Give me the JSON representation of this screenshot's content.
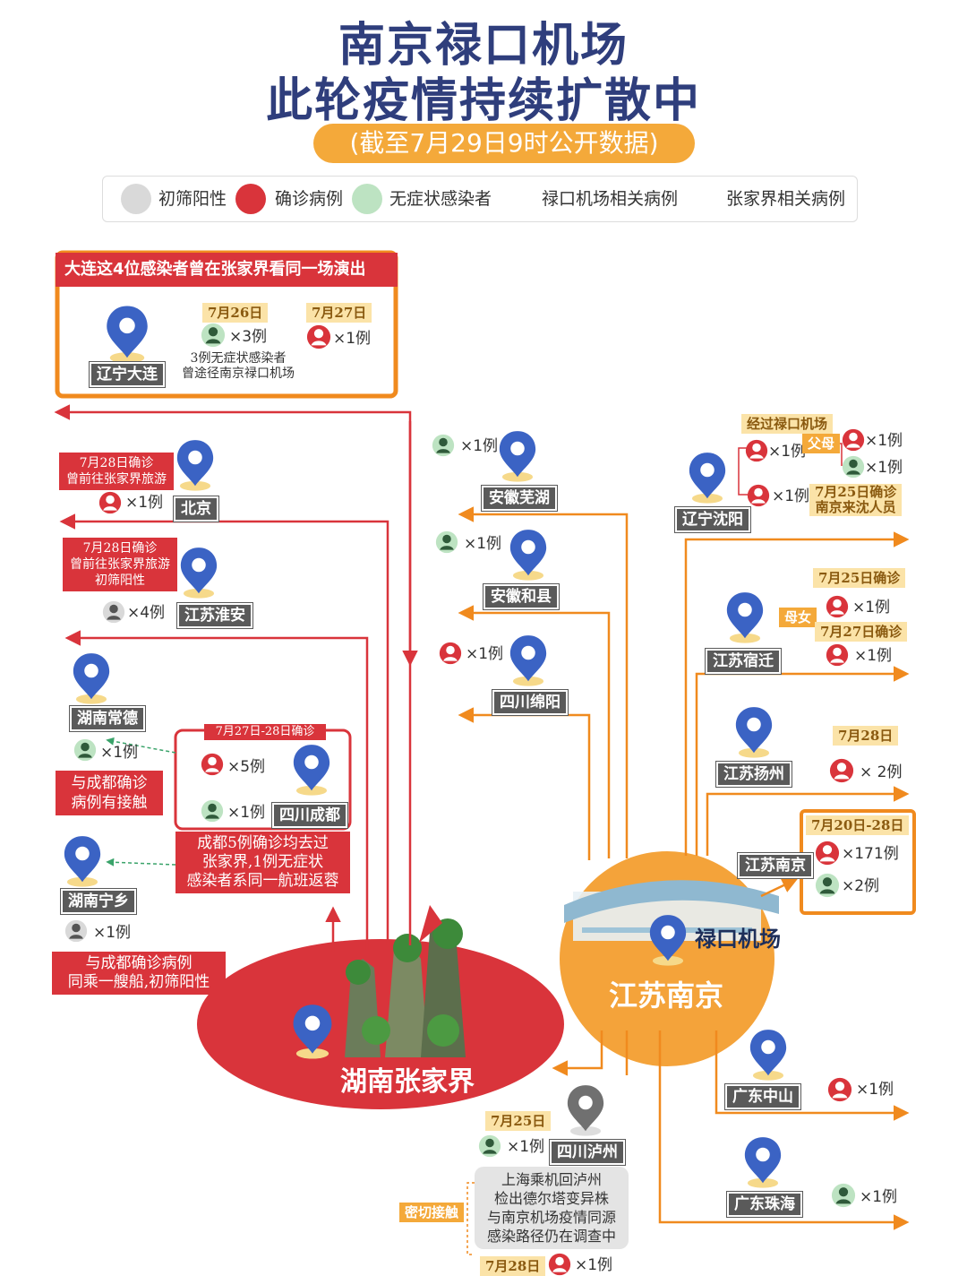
{
  "header": {
    "title_line1": "南京禄口机场",
    "title_line2": "此轮疫情持续扩散中",
    "subtitle": "(截至7月29日9时公开数据)"
  },
  "legend": [
    {
      "label": "初筛阳性",
      "color": "#d9d9d9"
    },
    {
      "label": "确诊病例",
      "color": "#d9343b"
    },
    {
      "label": "无症状感染者",
      "color": "#bde3c2"
    },
    {
      "label": "禄口机场相关病例",
      "color": "#f08a1e"
    },
    {
      "label": "张家界相关病例",
      "color": "#d9343b"
    }
  ],
  "colors": {
    "accent_orange": "#f08a1e",
    "accent_red": "#d9343b",
    "title_blue": "#2f3e7c",
    "pin_blue": "#3b63c4"
  },
  "dalian_box": {
    "header": "大连这4位感染者曾在张家界看同一场演出",
    "location": "辽宁大连",
    "date1": "7月26日",
    "count1": "×3例",
    "date2": "7月27日",
    "count2": "×1例",
    "note": "3例无症状感染者\n曾途径南京禄口机场"
  },
  "zhangjiajie_branch": {
    "beijing": {
      "note": "7月28日确诊\n曾前往张家界旅游",
      "count": "×1例",
      "location": "北京"
    },
    "huaian": {
      "note": "7月28日确诊\n曾前往张家界旅游\n初筛阳性",
      "count": "×4例",
      "location": "江苏淮安"
    },
    "changde": {
      "location": "湖南常德",
      "count": "×1例",
      "note": "与成都确诊\n病例有接触"
    },
    "chengdu": {
      "date": "7月27日-28日确诊",
      "count1": "×5例",
      "count2": "×1例",
      "location": "四川成都",
      "note": "成都5例确诊均去过\n张家界,1例无症状\n感染者系同一航班返蓉"
    },
    "ningxiang": {
      "location": "湖南宁乡",
      "count": "×1例",
      "note": "与成都确诊病例\n同乘一艘船,初筛阳性"
    },
    "hub": "湖南张家界"
  },
  "nanjing_branch": {
    "wuhu": {
      "count": "×1例",
      "location": "安徽芜湖"
    },
    "hexian": {
      "count": "×1例",
      "location": "安徽和县"
    },
    "mianyang": {
      "count": "×1例",
      "location": "四川绵阳"
    },
    "shenyang": {
      "tag": "经过禄口机场",
      "count1": "×1例",
      "relation": "父母",
      "count_a": "×1例",
      "count_b": "×1例",
      "count2": "×1例",
      "note": "7月25日确诊\n南京来沈人员",
      "location": "辽宁沈阳"
    },
    "suqian": {
      "date1": "7月25日确诊",
      "relation": "母女",
      "count1": "×1例",
      "date2": "7月27日确诊",
      "count2": "×1例",
      "location": "江苏宿迁"
    },
    "yangzhou": {
      "date": "7月28日",
      "count": "× 2例",
      "location": "江苏扬州"
    },
    "nanjing_local": {
      "date": "7月20日-28日",
      "count1": "×171例",
      "count2": "×2例",
      "location": "江苏南京"
    },
    "zhongshan": {
      "count": "×1例",
      "location": "广东中山"
    },
    "zhuhai": {
      "count": "×1例",
      "location": "广东珠海"
    },
    "luzhou": {
      "date": "7月25日",
      "count": "×1例",
      "location": "四川泸州",
      "note": "上海乘机回泸州\n检出德尔塔变异株\n与南京机场疫情同源\n感染路径仍在调查中",
      "tag": "密切接触",
      "date2": "7月28日",
      "count2": "×1例"
    },
    "airport": "禄口机场",
    "hub": "江苏南京"
  }
}
